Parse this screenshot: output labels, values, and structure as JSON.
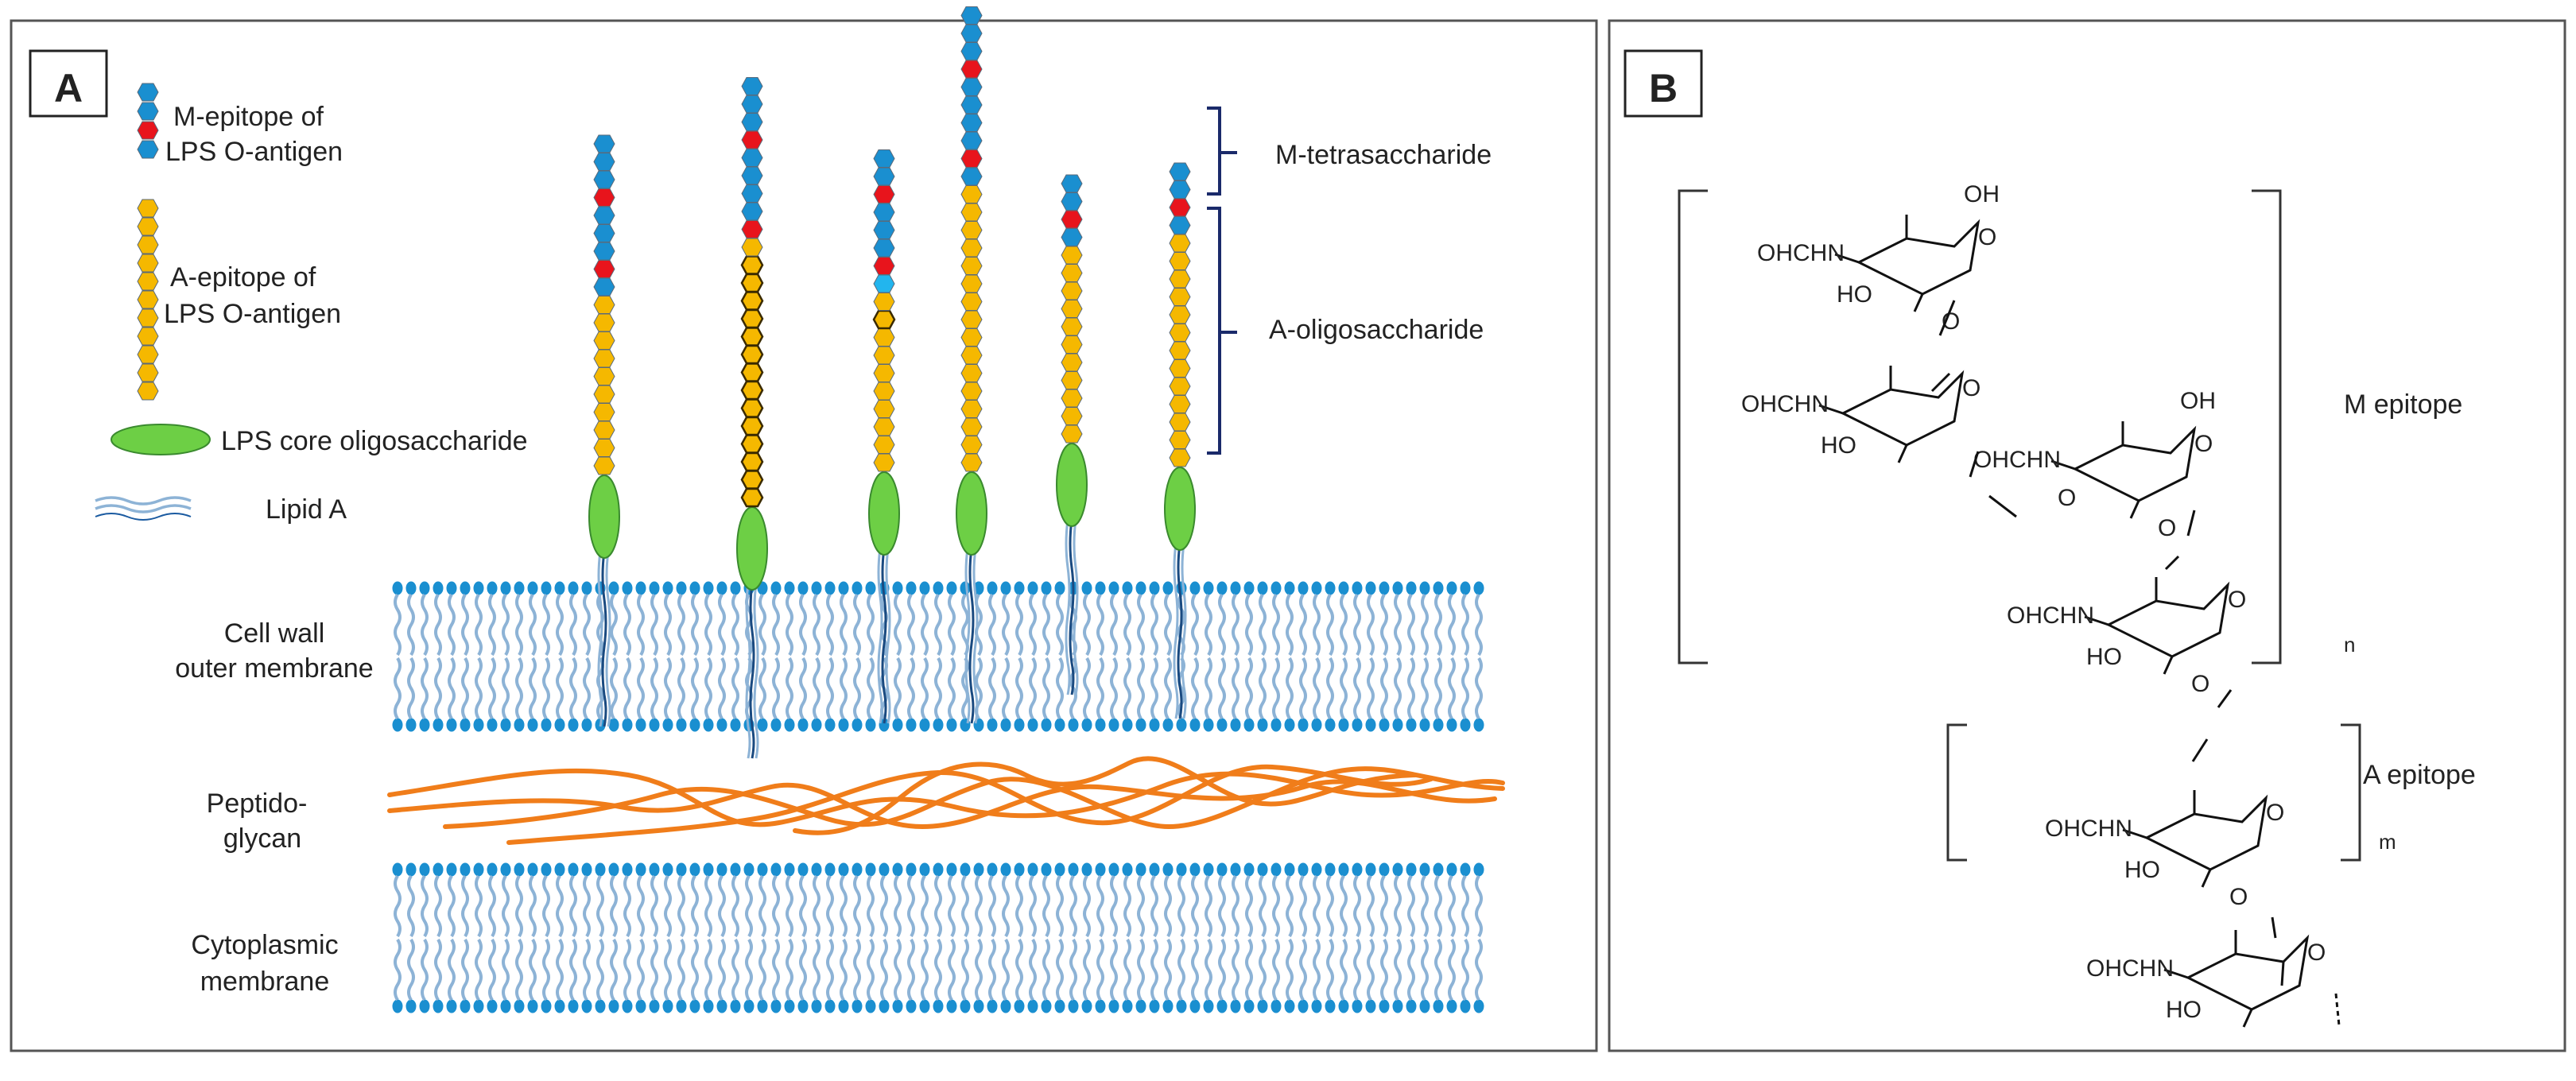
{
  "panel_a": {
    "label": "A",
    "legend": {
      "m_epitope": [
        "M-epitope of",
        "LPS O-antigen"
      ],
      "a_epitope": [
        "A-epitope of",
        "LPS O-antigen"
      ],
      "core": "LPS core oligosaccharide",
      "lipid": "Lipid A"
    },
    "brackets": {
      "m_tetrasaccharide": "M-tetrasaccharide",
      "a_oligosaccharide": "A-oligosaccharide"
    },
    "layers": {
      "outer_membrane": [
        "Cell wall",
        "outer membrane"
      ],
      "peptidoglycan": [
        "Peptido-",
        "glycan"
      ],
      "cytoplasmic": [
        "Cytoplasmic",
        "membrane"
      ]
    },
    "chains": [
      [
        "b",
        "b",
        "b",
        "r",
        "b",
        "b",
        "b",
        "r",
        "b",
        "y",
        "y",
        "y",
        "y",
        "y",
        "y",
        "y",
        "y",
        "y",
        "y"
      ],
      [
        "b",
        "b",
        "b",
        "r",
        "b",
        "b",
        "b",
        "b",
        "r",
        "y",
        "yd",
        "yd",
        "yd",
        "yd",
        "yd",
        "yd",
        "yd",
        "yd",
        "yd",
        "yd",
        "yd",
        "yd",
        "yd",
        "yd"
      ],
      [
        "b",
        "b",
        "r",
        "b",
        "b",
        "b",
        "r",
        "c",
        "y",
        "yd",
        "y",
        "y",
        "y",
        "y",
        "y",
        "y",
        "y",
        "y"
      ],
      [
        "b",
        "b",
        "b",
        "r",
        "b",
        "b",
        "b",
        "b",
        "r",
        "b",
        "y",
        "y",
        "y",
        "y",
        "y",
        "y",
        "y",
        "y",
        "y",
        "y",
        "y",
        "y",
        "y",
        "y",
        "y",
        "y"
      ],
      [
        "b",
        "b",
        "r",
        "b",
        "y",
        "y",
        "y",
        "y",
        "y",
        "y",
        "y",
        "y",
        "y",
        "y",
        "y"
      ],
      [
        "b",
        "b",
        "r",
        "b",
        "y",
        "y",
        "y",
        "y",
        "y",
        "y",
        "y",
        "y",
        "y",
        "y",
        "y",
        "y",
        "y"
      ]
    ],
    "colors": {
      "glc_blue": "#1a8fd0",
      "m_red": "#e8141c",
      "a_yellow": "#f5b800",
      "cyan": "#22b5ee",
      "core_green": "#6dcf45",
      "lipid_blue": "#8db3d6",
      "peptidoglycan_orange": "#f07d1a"
    }
  },
  "panel_b": {
    "label": "B",
    "units": [
      {
        "sub": "OHCHN",
        "oh_top": "OH",
        "ring_o": "O",
        "ho": "HO",
        "link_o": "O",
        "hn": "N"
      },
      {
        "sub": "OHCHN",
        "ring_o": "O",
        "ho": "HO",
        "hn": "N"
      },
      {
        "sub": "OHCHN",
        "oh_top": "OH",
        "ring_o": "O",
        "ring_o2": "O",
        "link_o": "O",
        "hn": "N"
      },
      {
        "sub": "OHCHN",
        "ring_o": "O",
        "ho": "HO",
        "link_o": "O",
        "hn": "N"
      },
      {
        "sub": "OHCHN",
        "ring_o": "O",
        "ho": "HO",
        "link_o": "O",
        "hn": "N"
      },
      {
        "sub": "OHCHN",
        "ring_o": "O",
        "ho": "HO",
        "hn": "N"
      }
    ],
    "m_label": "M epitope",
    "a_label": "A epitope",
    "n": "n",
    "m": "m"
  }
}
